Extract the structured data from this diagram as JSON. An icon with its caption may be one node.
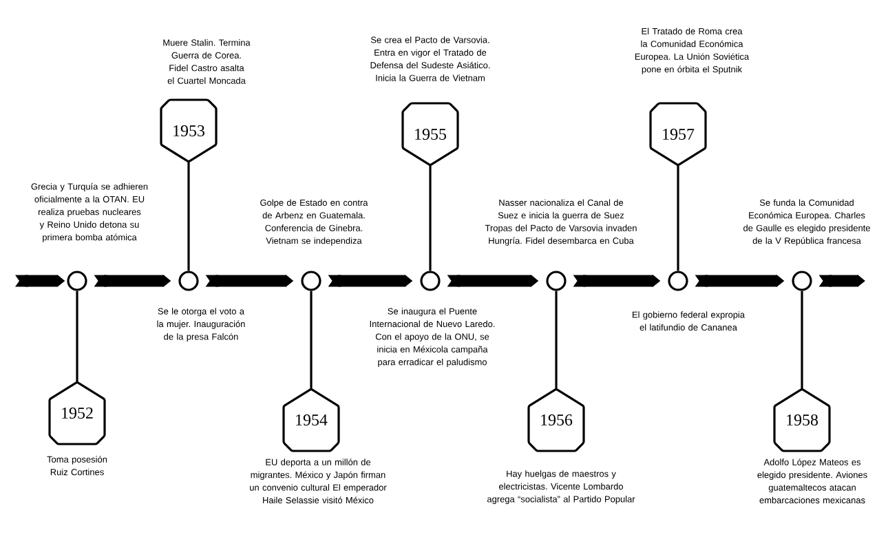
{
  "diagram": {
    "nodes": [
      {
        "text": [],
        "shape": "circle",
        "beside": [
          "Grecia y Turquía se adhieren oficialmente a la OTAN. EU realiza pruebas nucleares y Reino Unido detona su primera bomba atómica"
        ]
      },
      {
        "text": [
          "1952"
        ],
        "beside": [
          "Toma posesión Ruiz Cortines"
        ]
      },
      {
        "text": [
          "1953"
        ],
        "beside": [
          "Muere Stalin. Termina Guerra de Corea. Fidel Castro asalta el Cuartel Moncada"
        ]
      },
      {
        "text": [],
        "shape": "circle",
        "beside": [
          "Se le otorga el voto a la mujer. Inauguración de la presa Falcón"
        ]
      },
      {
        "text": [],
        "shape": "circle",
        "beside": [
          "Golpe de Estado en contra de Arbenz en Guatemala. Conferencia de Ginebra. Vietnam se independiza"
        ]
      },
      {
        "text": [
          "1954"
        ],
        "beside": [
          "EU deporta a un millón de migrantes. México y Japón firman un convenio cultural El emperador Haile Selassie visitó México"
        ]
      },
      {
        "text": [
          "1955"
        ],
        "beside": [
          "Se crea el Pacto de Varsovia. Entra en vigor el Tratado de Defensa del Sudeste Asiático. Inicia la Guerra de Vietnam"
        ]
      },
      {
        "text": [],
        "shape": "circle",
        "beside": [
          "Se inaugura el Puente Internacional de Nuevo Laredo. Con el apoyo de la ONU, se inicia en Méxicola campaña para erradicar el paludismo"
        ]
      },
      {
        "text": [],
        "shape": "circle",
        "beside": [
          "Nasser nacionaliza el Canal de Suez e inicia la guerra de Suez Tropas del Pacto de Varsovia invaden Hungría. Fidel desembarca en Cuba"
        ]
      },
      {
        "text": [
          "1956"
        ],
        "beside": [
          "Hay huelgas de maestros y electricistas. Vicente Lombardo agrega “socialista” al Partido Popular"
        ]
      },
      {
        "text": [
          "1957"
        ],
        "beside": [
          "El Tratado de Roma crea la Comunidad Económica Europea. La Unión Soviética pone en órbita el Sputnik"
        ]
      },
      {
        "text": [],
        "shape": "circle",
        "beside": [
          "El gobierno federal expropia el latifundio de Cananea"
        ]
      },
      {
        "text": [],
        "shape": "circle",
        "beside": [
          "Se funda la Comunidad Económica Europea. Charles de Gaulle es elegido presidente de la V República francesa"
        ]
      },
      {
        "text": [
          "1958"
        ],
        "beside": [
          "Adolfo López Mateos es elegido presidente. Aviones guatemaltecos atacan embarcaciones mexicanas"
        ]
      }
    ],
    "edges": [
      {
        "from": 0,
        "to": 1,
        "arrow": "none"
      },
      {
        "from": 3,
        "to": 2,
        "arrow": "none"
      },
      {
        "from": 4,
        "to": 5,
        "arrow": "none"
      },
      {
        "from": 7,
        "to": 6,
        "arrow": "none"
      },
      {
        "from": 8,
        "to": 9,
        "arrow": "none"
      },
      {
        "from": 11,
        "to": 10,
        "arrow": "none"
      },
      {
        "from": 12,
        "to": 13,
        "arrow": "none"
      },
      {
        "from": null,
        "to": 0,
        "arrow": "to"
      },
      {
        "from": 0,
        "to": 3,
        "arrow": "to"
      },
      {
        "from": 3,
        "to": 4,
        "arrow": "to"
      },
      {
        "from": 4,
        "to": 7,
        "arrow": "to"
      },
      {
        "from": 7,
        "to": 8,
        "arrow": "to"
      },
      {
        "from": 8,
        "to": 11,
        "arrow": "to"
      },
      {
        "from": 11,
        "to": 12,
        "arrow": "to"
      },
      {
        "from": 12,
        "to": null,
        "arrow": "to"
      }
    ]
  }
}
